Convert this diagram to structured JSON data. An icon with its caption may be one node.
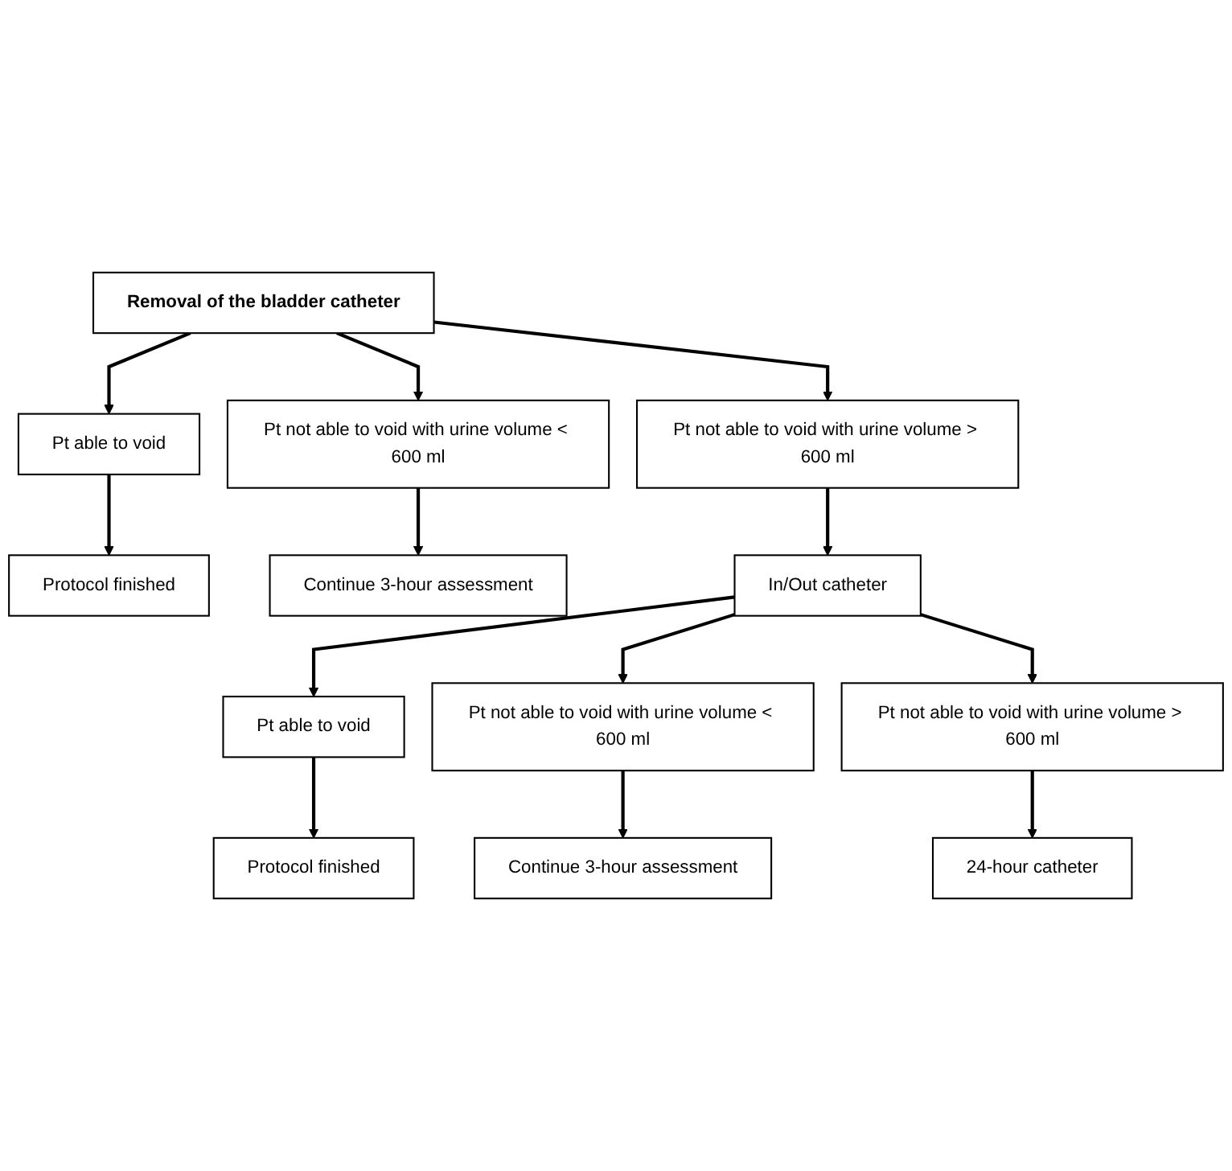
{
  "diagram": {
    "nodes": [
      {
        "text": [
          "Removal of the bladder catheter"
        ]
      },
      {
        "text": [
          "Pt able to void"
        ]
      },
      {
        "text": [
          "Pt not able to void with urine volume < 600 ml"
        ]
      },
      {
        "text": [
          "Pt not able to void with urine volume > 600 ml"
        ]
      },
      {
        "text": [
          "Protocol finished"
        ]
      },
      {
        "text": [
          "Continue 3-hour assessment"
        ]
      },
      {
        "text": [
          "In/Out catheter"
        ]
      },
      {
        "text": [
          "Pt able to void"
        ]
      },
      {
        "text": [
          "Pt not able to void with urine volume < 600 ml"
        ]
      },
      {
        "text": [
          "Pt not able to void with urine volume > 600 ml"
        ]
      },
      {
        "text": [
          "Protocol finished"
        ]
      },
      {
        "text": [
          "Continue 3-hour assessment"
        ]
      },
      {
        "text": [
          "24-hour catheter"
        ]
      }
    ],
    "edges": [
      {
        "from": 0,
        "to": 1,
        "arrow": "to"
      },
      {
        "from": 0,
        "to": 2,
        "arrow": "to"
      },
      {
        "from": 0,
        "to": 3,
        "arrow": "to"
      },
      {
        "from": 1,
        "to": 4,
        "arrow": "to"
      },
      {
        "from": 2,
        "to": 5,
        "arrow": "to"
      },
      {
        "from": 3,
        "to": 6,
        "arrow": "to"
      },
      {
        "from": 6,
        "to": 7,
        "arrow": "to"
      },
      {
        "from": 6,
        "to": 8,
        "arrow": "to"
      },
      {
        "from": 6,
        "to": 9,
        "arrow": "to"
      },
      {
        "from": 7,
        "to": 10,
        "arrow": "to"
      },
      {
        "from": 8,
        "to": 11,
        "arrow": "to"
      },
      {
        "from": 9,
        "to": 12,
        "arrow": "to"
      }
    ]
  }
}
